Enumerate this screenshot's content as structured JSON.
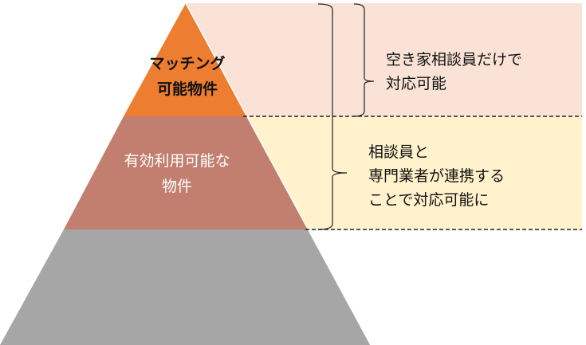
{
  "colors": {
    "top_band": "#fae3d6",
    "middle_band": "#fff2cc",
    "tier_top": "#ed7d31",
    "tier_middle": "#c27e6f",
    "tier_bottom": "#a6a6a6"
  },
  "pyramid": {
    "top_tier": {
      "line1": "マッチング",
      "line2": "可能物件"
    },
    "middle_tier": {
      "line1": "有効利用可能な",
      "line2": "物件"
    }
  },
  "annotations": {
    "top": {
      "line1": "空き家相談員だけで",
      "line2": "対応可能"
    },
    "middle": {
      "line1": "相談員と",
      "line2": "専門業者が連携する",
      "line3": "ことで対応可能に"
    }
  }
}
